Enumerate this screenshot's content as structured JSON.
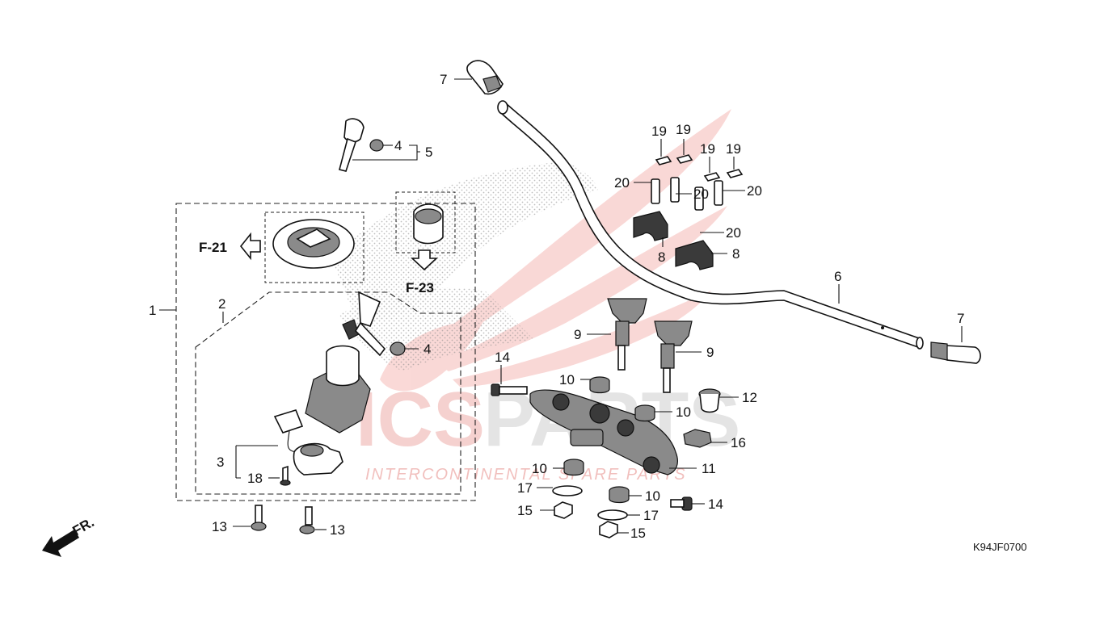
{
  "diagram": {
    "figure_code": "K94JF0700",
    "direction_label": "FR.",
    "refs": {
      "f21": "F-21",
      "f23": "F-23"
    },
    "watermark": {
      "brand_a": "ICS",
      "brand_b": "PARTS",
      "tagline": "INTERCONTINENTAL SPARE PARTS",
      "wing_color": "#e8504a",
      "text_color": "#d94a44"
    },
    "callouts": {
      "c1": "1",
      "c2": "2",
      "c3": "3",
      "c4a": "4",
      "c4b": "4",
      "c5": "5",
      "c6": "6",
      "c7a": "7",
      "c7b": "7",
      "c8a": "8",
      "c8b": "8",
      "c9a": "9",
      "c9b": "9",
      "c10a": "10",
      "c10b": "10",
      "c10c": "10",
      "c10d": "10",
      "c11": "11",
      "c12": "12",
      "c13a": "13",
      "c13b": "13",
      "c14a": "14",
      "c14b": "14",
      "c15a": "15",
      "c15b": "15",
      "c16": "16",
      "c17a": "17",
      "c17b": "17",
      "c18": "18",
      "c19a": "19",
      "c19b": "19",
      "c19c": "19",
      "c19d": "19",
      "c20a": "20",
      "c20b": "20",
      "c20c": "20",
      "c20d": "20"
    }
  }
}
